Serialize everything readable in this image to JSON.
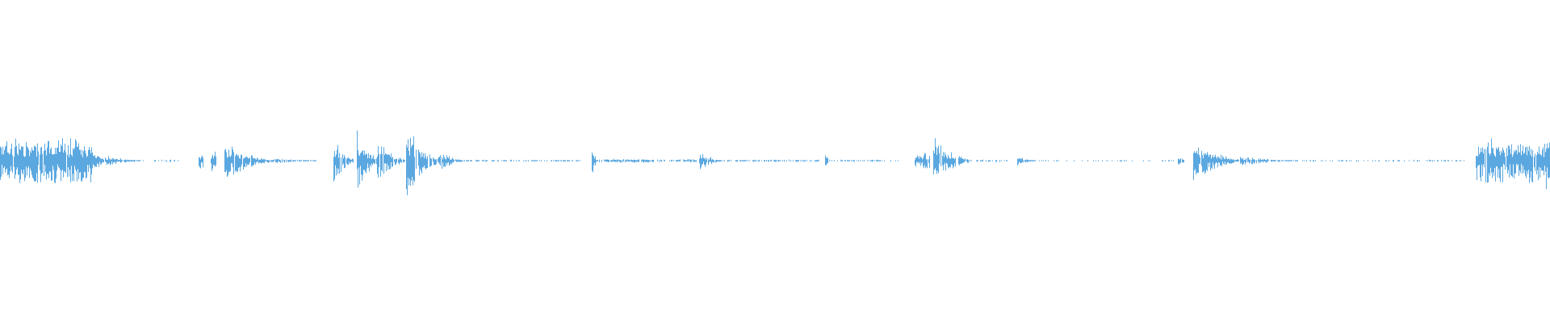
{
  "waveform": {
    "color": "#5ba8e0",
    "background": "#ffffff",
    "scale": "linear",
    "segments": [
      {
        "start": 0.0,
        "end": 0.06,
        "peak": 0.14,
        "density": 0.95,
        "decay": false
      },
      {
        "start": 0.06,
        "end": 0.09,
        "peak": 0.05,
        "density": 0.9,
        "decay": true
      },
      {
        "start": 0.09,
        "end": 0.115,
        "peak": 0.008,
        "density": 0.25,
        "decay": false
      },
      {
        "start": 0.128,
        "end": 0.131,
        "peak": 0.05,
        "density": 0.9,
        "decay": false
      },
      {
        "start": 0.136,
        "end": 0.14,
        "peak": 0.07,
        "density": 0.9,
        "decay": false
      },
      {
        "start": 0.145,
        "end": 0.175,
        "peak": 0.12,
        "density": 0.95,
        "decay": true
      },
      {
        "start": 0.175,
        "end": 0.205,
        "peak": 0.02,
        "density": 0.8,
        "decay": true
      },
      {
        "start": 0.215,
        "end": 0.228,
        "peak": 0.14,
        "density": 0.9,
        "decay": true
      },
      {
        "start": 0.23,
        "end": 0.245,
        "peak": 0.19,
        "density": 0.9,
        "decay": true
      },
      {
        "start": 0.243,
        "end": 0.262,
        "peak": 0.12,
        "density": 0.9,
        "decay": true
      },
      {
        "start": 0.262,
        "end": 0.283,
        "peak": 0.22,
        "density": 0.9,
        "decay": true
      },
      {
        "start": 0.283,
        "end": 0.3,
        "peak": 0.06,
        "density": 0.9,
        "decay": true
      },
      {
        "start": 0.3,
        "end": 0.375,
        "peak": 0.006,
        "density": 0.5,
        "decay": false
      },
      {
        "start": 0.382,
        "end": 0.386,
        "peak": 0.09,
        "density": 0.9,
        "decay": true
      },
      {
        "start": 0.386,
        "end": 0.42,
        "peak": 0.012,
        "density": 0.8,
        "decay": false
      },
      {
        "start": 0.42,
        "end": 0.45,
        "peak": 0.01,
        "density": 0.6,
        "decay": false
      },
      {
        "start": 0.451,
        "end": 0.465,
        "peak": 0.06,
        "density": 0.9,
        "decay": true
      },
      {
        "start": 0.465,
        "end": 0.53,
        "peak": 0.008,
        "density": 0.6,
        "decay": false
      },
      {
        "start": 0.532,
        "end": 0.536,
        "peak": 0.05,
        "density": 0.9,
        "decay": true
      },
      {
        "start": 0.536,
        "end": 0.58,
        "peak": 0.006,
        "density": 0.5,
        "decay": false
      },
      {
        "start": 0.59,
        "end": 0.6,
        "peak": 0.05,
        "density": 0.9,
        "decay": false
      },
      {
        "start": 0.602,
        "end": 0.625,
        "peak": 0.14,
        "density": 0.9,
        "decay": true
      },
      {
        "start": 0.625,
        "end": 0.65,
        "peak": 0.008,
        "density": 0.6,
        "decay": false
      },
      {
        "start": 0.656,
        "end": 0.668,
        "peak": 0.03,
        "density": 0.9,
        "decay": true
      },
      {
        "start": 0.668,
        "end": 0.76,
        "peak": 0.005,
        "density": 0.15,
        "decay": false
      },
      {
        "start": 0.76,
        "end": 0.764,
        "peak": 0.025,
        "density": 0.9,
        "decay": false
      },
      {
        "start": 0.77,
        "end": 0.8,
        "peak": 0.12,
        "density": 0.95,
        "decay": true
      },
      {
        "start": 0.8,
        "end": 0.835,
        "peak": 0.03,
        "density": 0.9,
        "decay": true
      },
      {
        "start": 0.835,
        "end": 0.945,
        "peak": 0.006,
        "density": 0.35,
        "decay": false
      },
      {
        "start": 0.952,
        "end": 0.97,
        "peak": 0.14,
        "density": 0.95,
        "decay": false
      },
      {
        "start": 0.97,
        "end": 0.985,
        "peak": 0.11,
        "density": 0.95,
        "decay": false
      },
      {
        "start": 0.985,
        "end": 0.997,
        "peak": 0.14,
        "density": 0.95,
        "decay": false
      },
      {
        "start": 0.997,
        "end": 1.0,
        "peak": 0.19,
        "density": 0.95,
        "decay": false
      }
    ]
  }
}
